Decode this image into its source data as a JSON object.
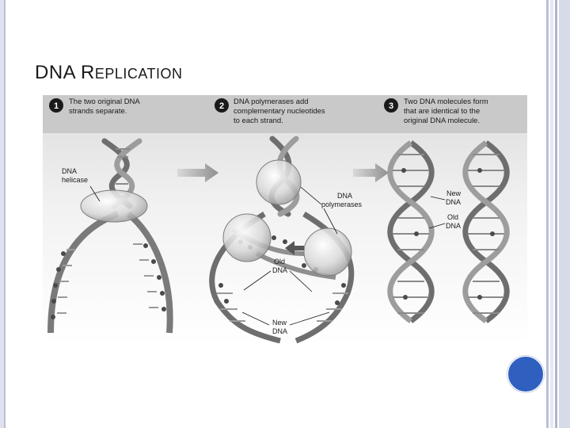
{
  "slide": {
    "title_first": "DNA R",
    "title_rest": "EPLICATION"
  },
  "figure": {
    "steps": [
      {
        "number": "1",
        "text_lines": [
          "The two original DNA",
          "strands separate."
        ]
      },
      {
        "number": "2",
        "text_lines": [
          "DNA polymerases add",
          "complementary nucleotides",
          "to each strand."
        ]
      },
      {
        "number": "3",
        "text_lines": [
          "Two DNA molecules form",
          "that are identical to the",
          "original DNA molecule."
        ]
      }
    ],
    "labels": {
      "helicase_line1": "DNA",
      "helicase_line2": "helicase",
      "polymerases_line1": "DNA",
      "polymerases_line2": "polymerases",
      "old_dna_line1": "Old",
      "old_dna_line2": "DNA",
      "new_dna_line1": "New",
      "new_dna_line2": "DNA",
      "new_dna_right_line1": "New",
      "new_dna_right_line2": "DNA",
      "old_dna_right_line1": "Old",
      "old_dna_right_line2": "DNA"
    }
  },
  "colors": {
    "accent_circle": "#2f5fbf",
    "header_band": "#c9c9c9",
    "figure_bg": "#e9e9e9"
  }
}
